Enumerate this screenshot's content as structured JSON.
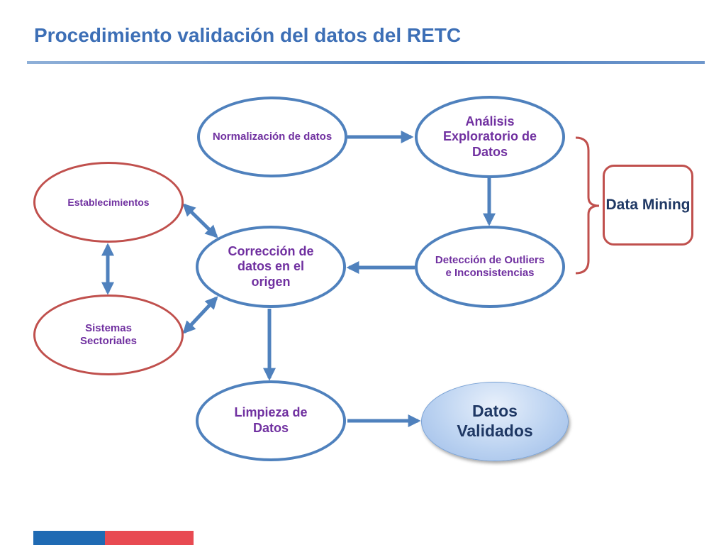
{
  "title": "Procedimiento validación del datos del RETC",
  "nodes": {
    "normalizacion": "Normalización de datos",
    "analisis": "Análisis Exploratorio de Datos",
    "establecimientos": "Establecimientos",
    "correccion": "Corrección de datos en el origen",
    "deteccion": "Detección de Outliers e Inconsistencias",
    "sistemas": "Sistemas Sectoriales",
    "limpieza": "Limpieza de Datos",
    "validados": "Datos Validados",
    "data_mining": "Data Mining"
  },
  "colors": {
    "title": "#3d6fb6",
    "ellipse_blue_border": "#4f81bd",
    "ellipse_red_border": "#c0504d",
    "node_text": "#7030a0",
    "arrow": "#4f81bd",
    "bracket": "#c0504d",
    "footer_blue": "#1f6ab3",
    "footer_red": "#e84a52"
  }
}
